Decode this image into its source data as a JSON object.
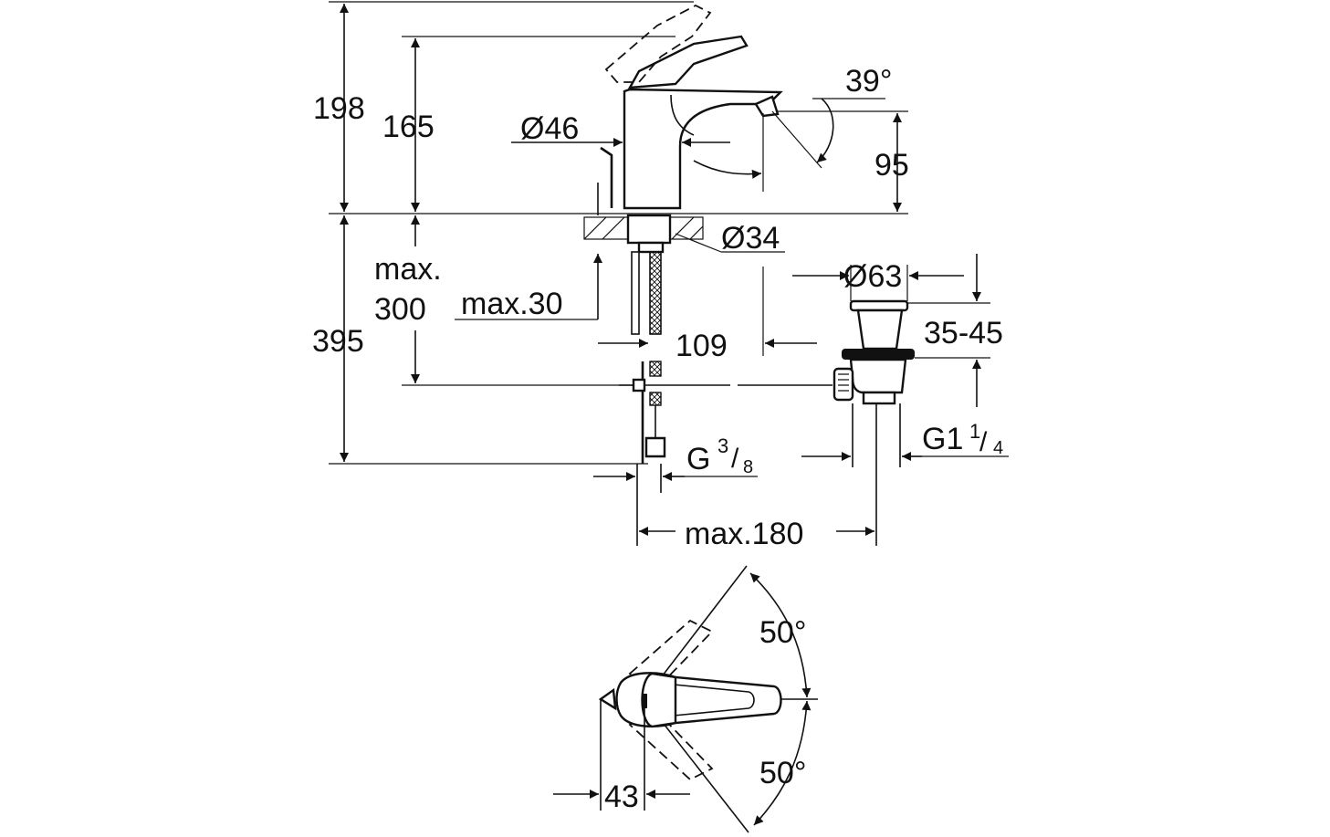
{
  "colors": {
    "line": "#111111",
    "background": "#ffffff"
  },
  "dimensions": {
    "total_height": "198",
    "body_height": "165",
    "spout_angle": "39°",
    "spout_height": "95",
    "body_diameter": "Ø46",
    "base_diameter": "Ø34",
    "max_label": "max.",
    "max_hose_value": "300",
    "deck_thickness": "max.30",
    "spout_reach": "109",
    "waste_diameter": "Ø63",
    "waste_range": "35-45",
    "below_height": "395",
    "connection_main": "G",
    "connection_num": "3",
    "connection_den": "8",
    "waste_thread_main": "G1",
    "waste_thread_num": "1",
    "waste_thread_den": "4",
    "max_distance": "max.180",
    "rotation_upper": "50°",
    "rotation_lower": "50°",
    "lever_offset": "43"
  }
}
